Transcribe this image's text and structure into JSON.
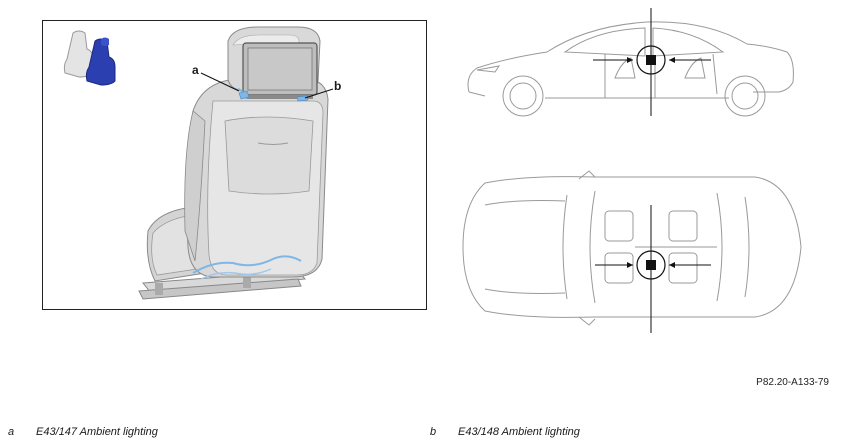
{
  "callouts": {
    "a": "a",
    "b": "b"
  },
  "reference_code": "P82.20-A133-79",
  "legend": [
    {
      "letter": "a",
      "text": "E43/147 Ambient lighting"
    },
    {
      "letter": "b",
      "text": "E43/148 Ambient lighting"
    }
  ],
  "icons": {
    "seat_small": "seat-location-icon",
    "side_view": "vehicle-side-view",
    "top_view": "vehicle-top-view"
  },
  "colors": {
    "seat_highlight": "#2b3fb0",
    "seat_gray": "#cfcfcf",
    "outline": "#8a8a8a",
    "marker": "#111111",
    "light_blue": "#7fb6e6"
  }
}
